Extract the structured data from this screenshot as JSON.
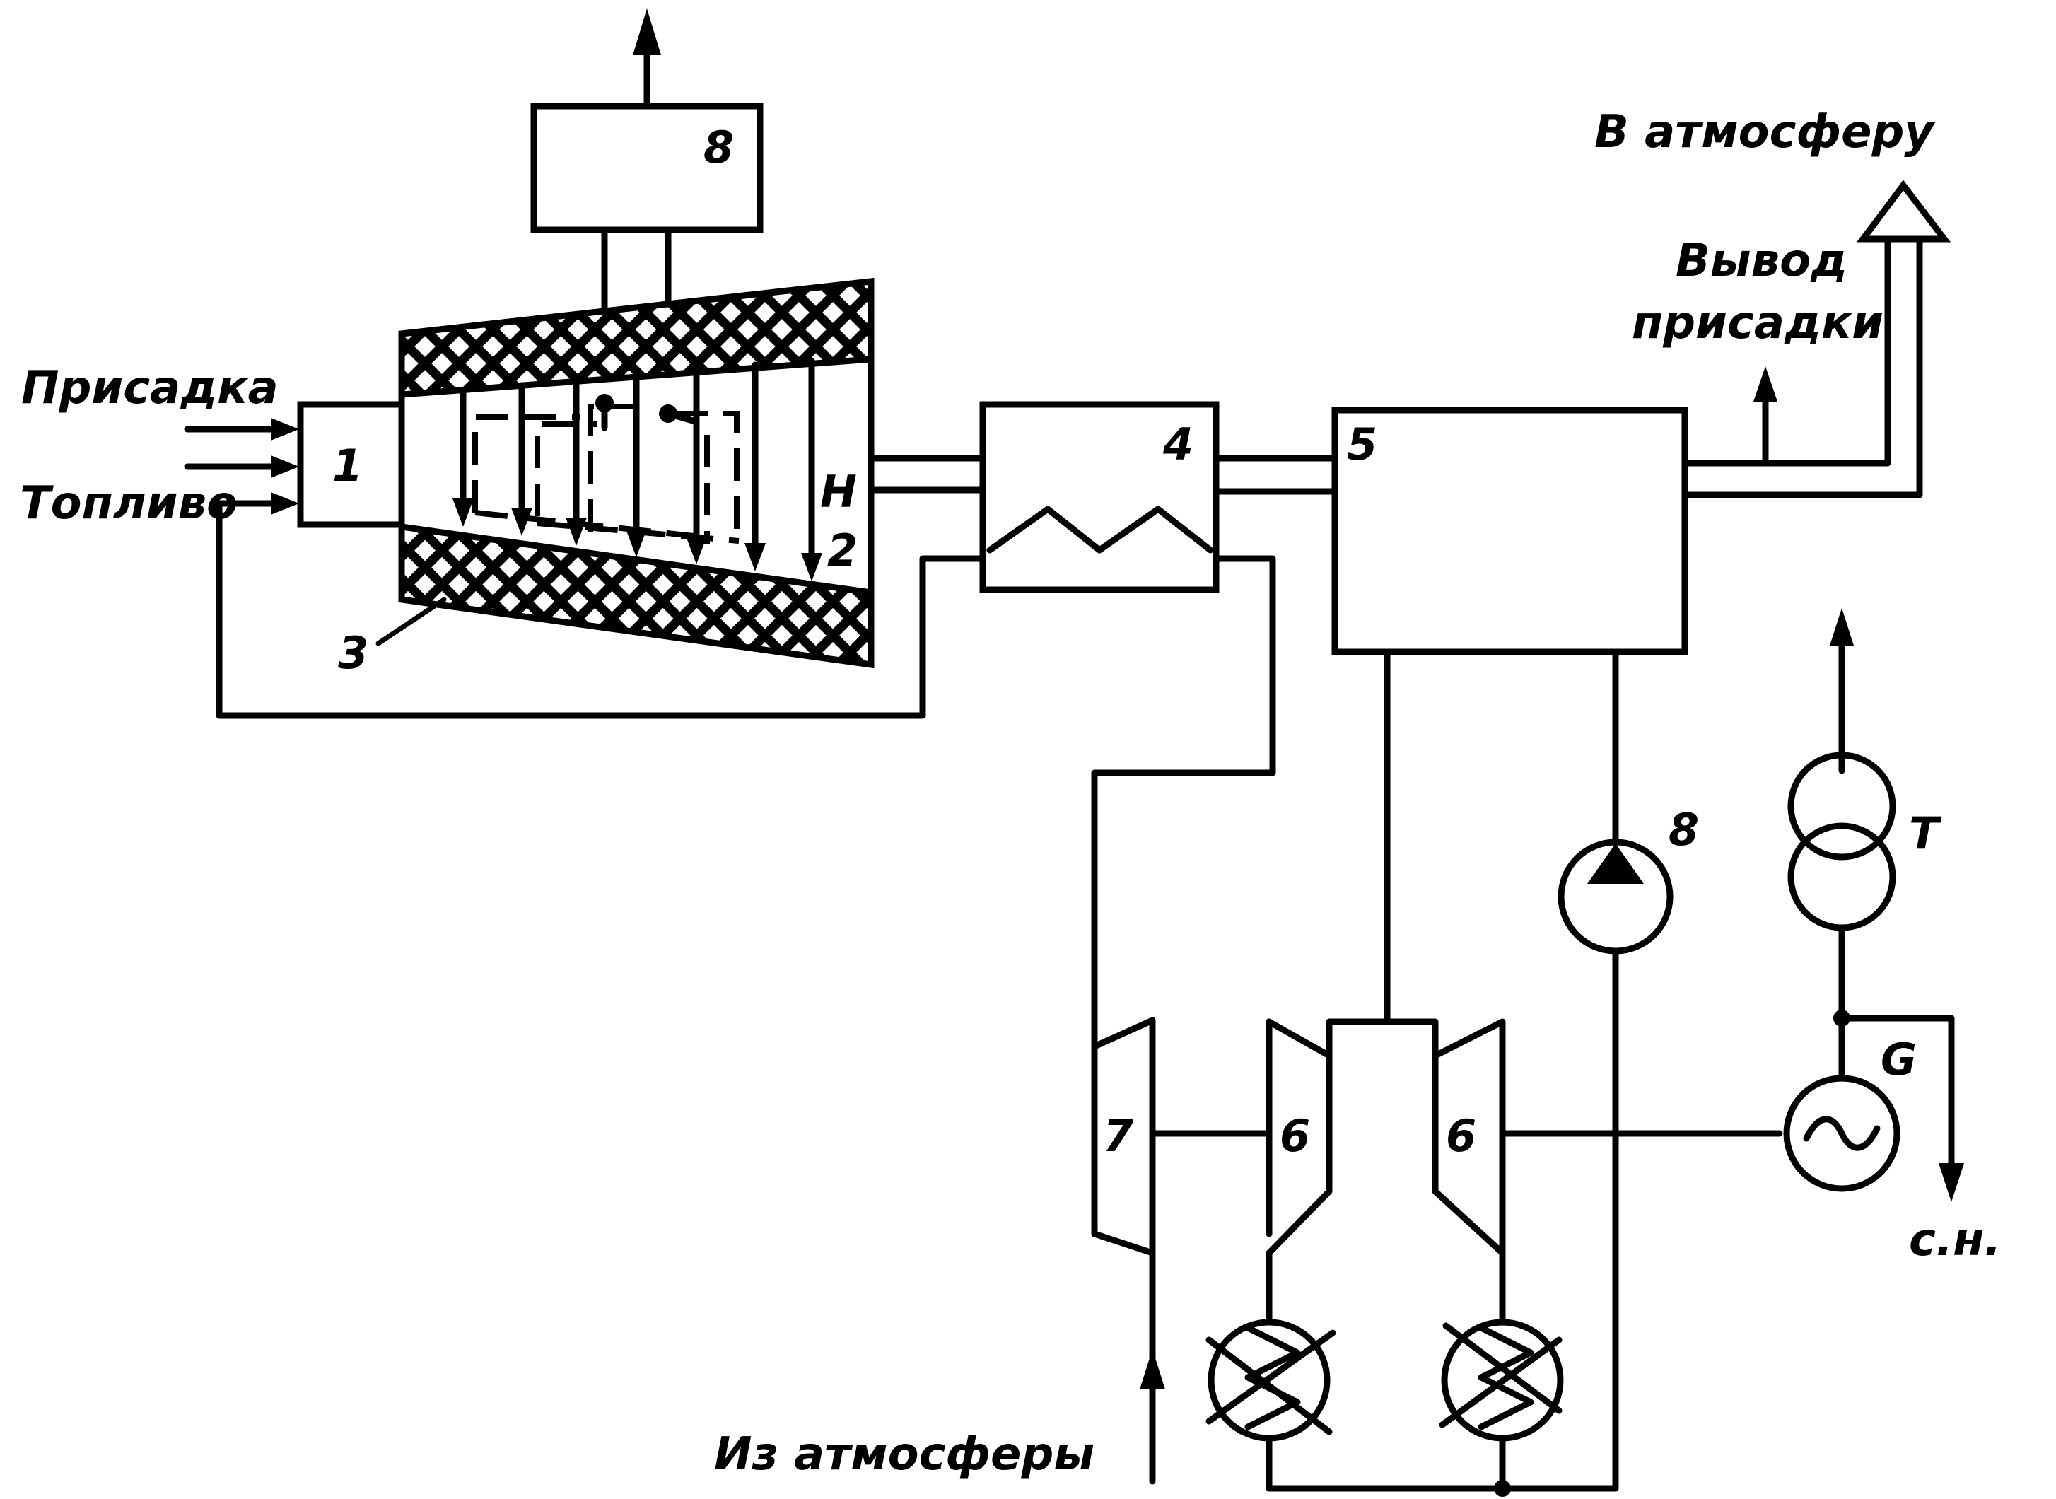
{
  "labels": {
    "additive": "Присадка",
    "fuel": "Топливо",
    "to_atmosphere": "В атмосферу",
    "additive_output_line1": "Вывод",
    "additive_output_line2": "присадки",
    "from_atmosphere": "Из атмосферы",
    "own_needs": "с.н."
  },
  "numbers": {
    "n1": "1",
    "n2": "2",
    "n3": "3",
    "n4": "4",
    "n5": "5",
    "n6a": "6",
    "n6b": "6",
    "n7": "7",
    "n8_top": "8",
    "n8_pump": "8",
    "h": "Н",
    "t": "Т",
    "g": "G"
  }
}
